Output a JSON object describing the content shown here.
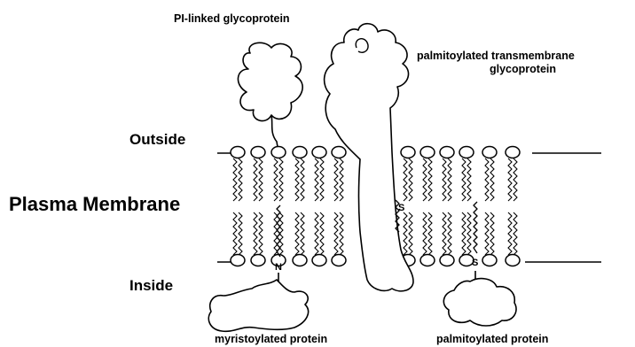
{
  "labels": {
    "pi_linked": "PI-linked glycoprotein",
    "palm_tm_line1": "palmitoylated transmembrane",
    "palm_tm_line2": "glycoprotein",
    "outside": "Outside",
    "plasma_membrane": "Plasma Membrane",
    "inside": "Inside",
    "myristoylated": "myristoylated protein",
    "palmitoylated": "palmitoylated protein",
    "n_marker": "N",
    "s_marker_tm": "S",
    "s_marker_palm": "S"
  },
  "colors": {
    "ink": "#000000",
    "background": "#ffffff"
  }
}
